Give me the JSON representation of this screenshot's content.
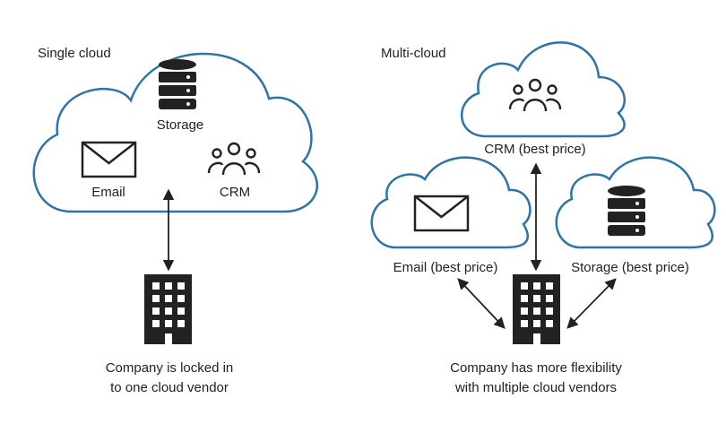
{
  "left": {
    "title": "Single cloud",
    "storage_label": "Storage",
    "email_label": "Email",
    "crm_label": "CRM",
    "caption_line1": "Company is locked in",
    "caption_line2": "to one cloud vendor",
    "icons": [
      "database-icon",
      "envelope-icon",
      "people-icon",
      "building-icon"
    ]
  },
  "right": {
    "title": "Multi-cloud",
    "crm_label": "CRM (best price)",
    "email_label": "Email (best price)",
    "storage_label": "Storage (best price)",
    "caption_line1": "Company has more flexibility",
    "caption_line2": "with multiple cloud vendors",
    "icons": [
      "people-icon",
      "envelope-icon",
      "database-icon",
      "building-icon"
    ]
  },
  "colors": {
    "cloud_outline": "#2e74a6",
    "ink": "#222222",
    "background": "#ffffff"
  }
}
